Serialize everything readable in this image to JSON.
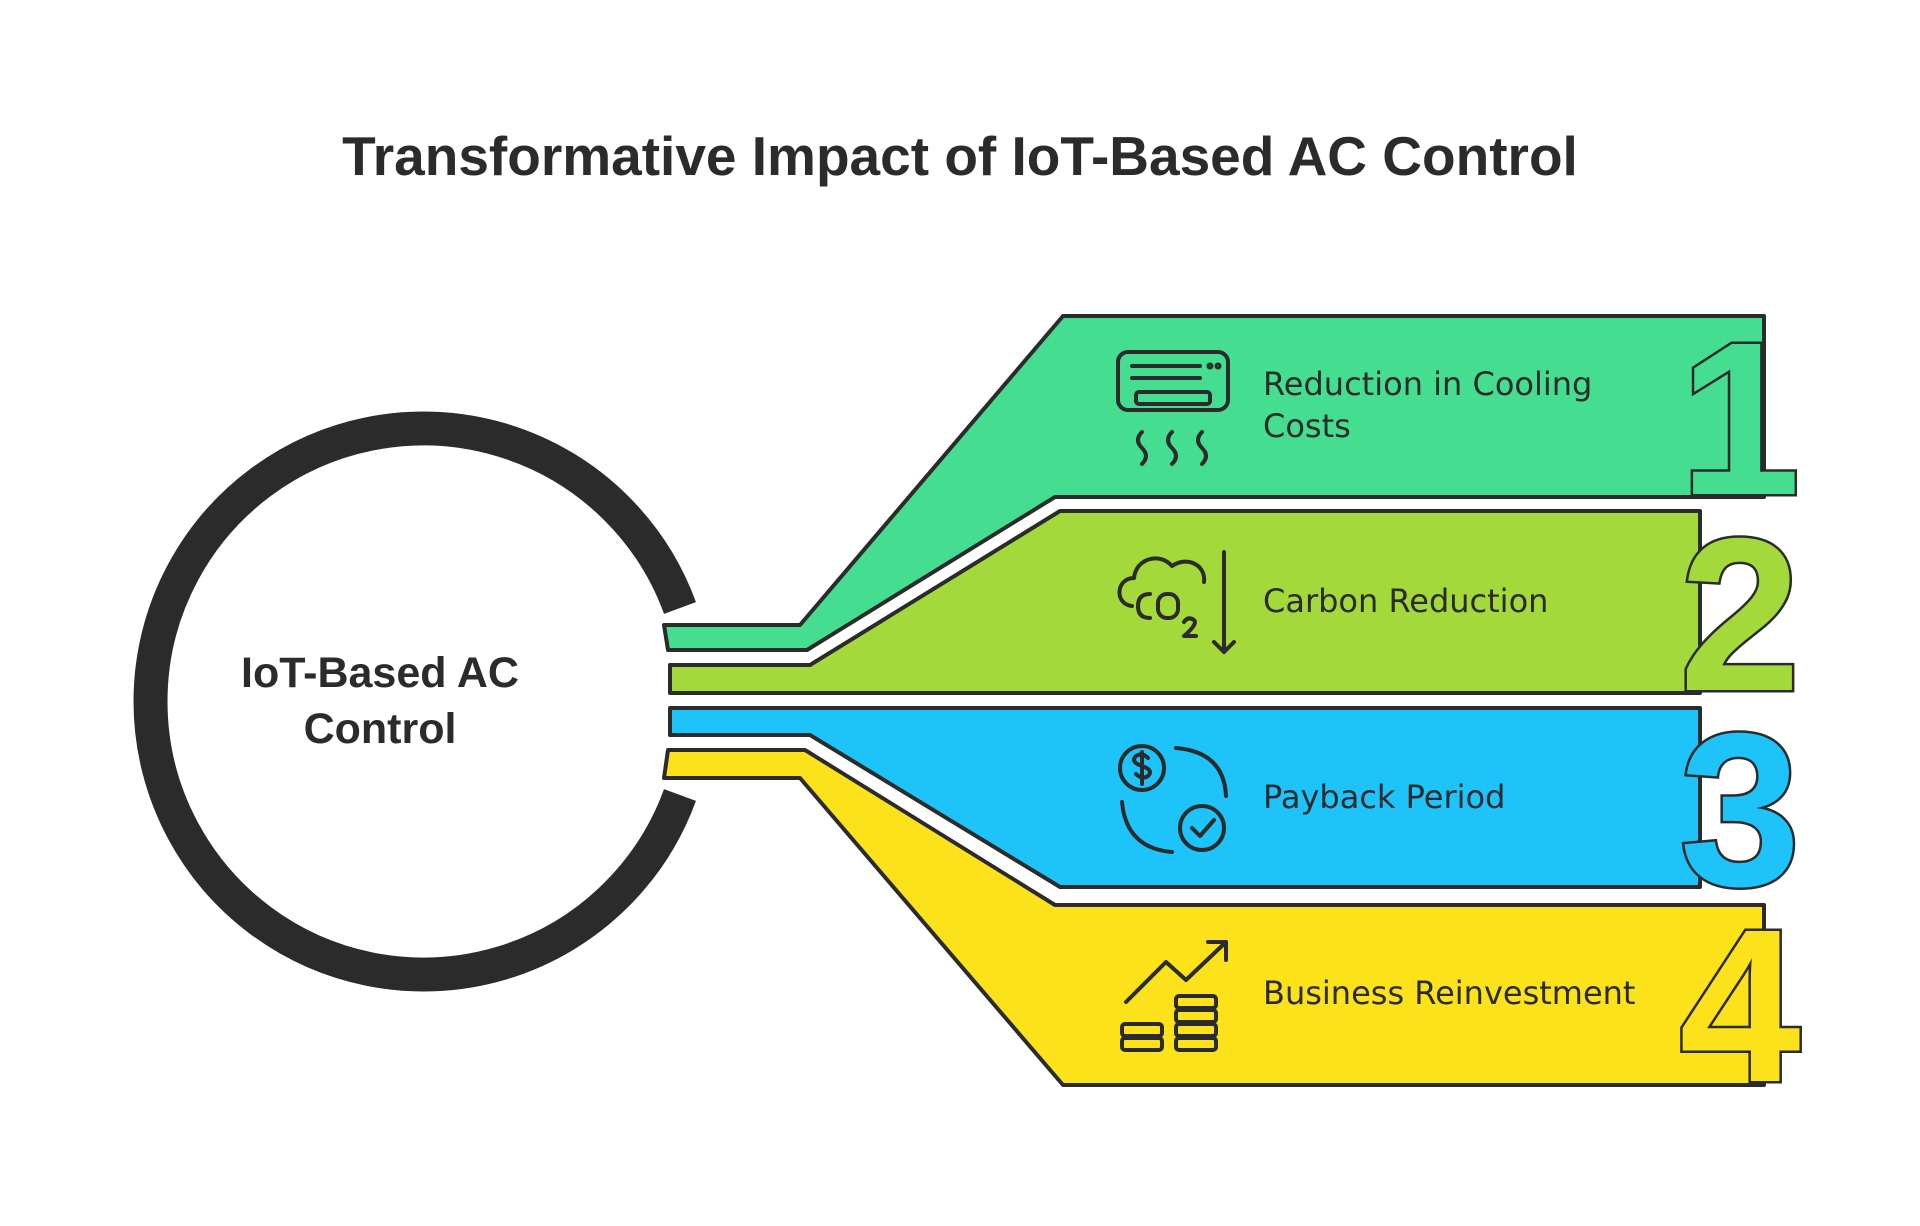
{
  "title": "Transformative Impact of IoT-Based AC Control",
  "center": {
    "line1": "IoT-Based AC",
    "line2": "Control"
  },
  "items": [
    {
      "number": "1",
      "label_line1": "Reduction in Cooling",
      "label_line2": "Costs",
      "icon": "air-conditioner-icon",
      "color": "#45DE91"
    },
    {
      "number": "2",
      "label_line1": "Carbon Reduction",
      "icon": "co2-reduction-icon",
      "color": "#A3D93A"
    },
    {
      "number": "3",
      "label_line1": "Payback Period",
      "icon": "payback-cycle-icon",
      "color": "#1EC3FA"
    },
    {
      "number": "4",
      "label_line1": "Business Reinvestment",
      "icon": "growth-coins-icon",
      "color": "#FBE21B"
    }
  ],
  "colors": {
    "outline": "#2b2b2b",
    "ring": "#2b2b2b",
    "background": "#ffffff"
  }
}
